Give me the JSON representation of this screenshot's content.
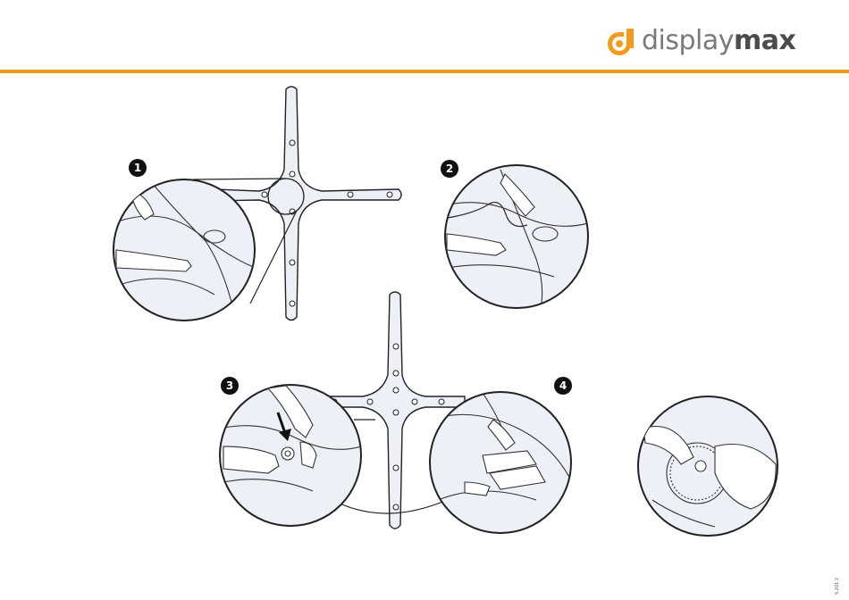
{
  "brand": {
    "word_part1": "display",
    "word_part2": "max",
    "accent_color": "#f39a1d",
    "text_color": "#555555"
  },
  "steps": [
    {
      "number": "1"
    },
    {
      "number": "2"
    },
    {
      "number": "3"
    },
    {
      "number": "4"
    }
  ],
  "doc_ref": "S.201 2",
  "icons": [
    "displaymax-logo-icon",
    "arrow-down-icon"
  ]
}
